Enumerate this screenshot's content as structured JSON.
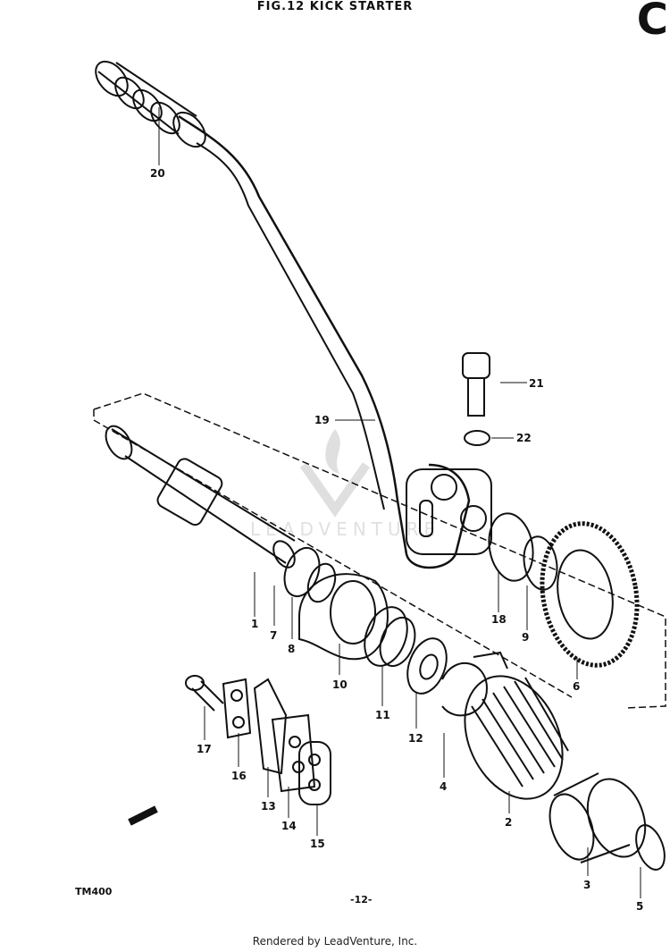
{
  "header": {
    "title": "FIG.12  KICK STARTER",
    "corner_letter": "C"
  },
  "model": "TM400",
  "page_number": "-12-",
  "footer": "Rendered by LeadVenture, Inc.",
  "watermark": {
    "text": "LEADVENTURE"
  },
  "callouts": [
    "20",
    "21",
    "19",
    "22",
    "18",
    "9",
    "6",
    "1",
    "7",
    "8",
    "10",
    "11",
    "12",
    "4",
    "2",
    "17",
    "16",
    "13",
    "14",
    "15",
    "3",
    "5"
  ],
  "colors": {
    "ink": "#111111",
    "paper": "#ffffff"
  }
}
